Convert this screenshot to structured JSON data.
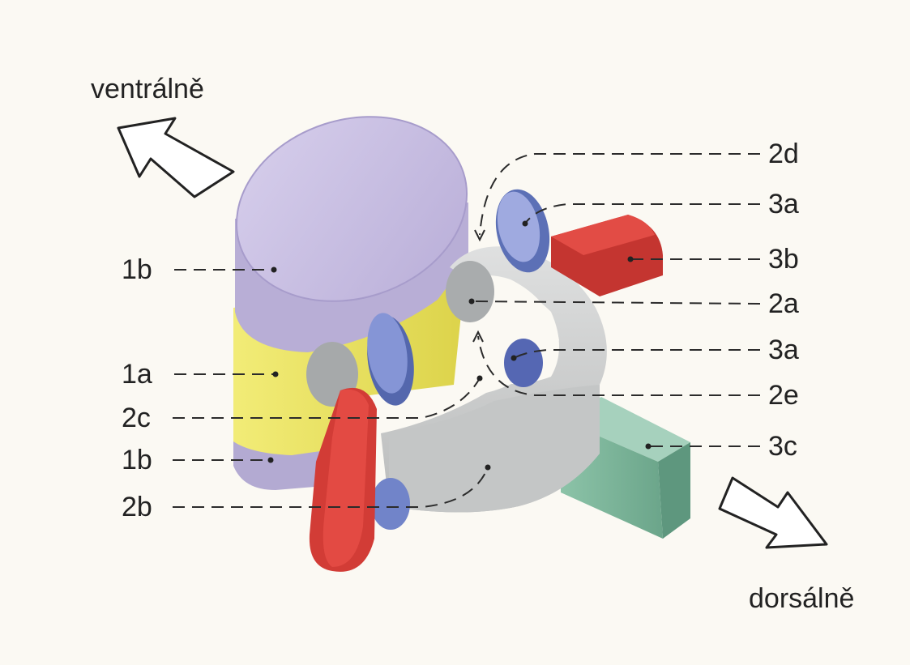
{
  "directions": {
    "ventral": "ventrálně",
    "dorsal": "dorsálně"
  },
  "left_labels": [
    "1b",
    "1a",
    "2c",
    "1b",
    "2b"
  ],
  "right_labels": [
    "2d",
    "3a",
    "3b",
    "2a",
    "3a",
    "2e",
    "3c"
  ],
  "colors": {
    "background": "#fbf9f3",
    "vertebral_body": "#c7bde0",
    "disc_yellow": "#ece55a",
    "arch_grey": "#cdcfcf",
    "facet_blue": "#6f82c4",
    "process_red": "#d43b37",
    "spinous_green": "#7cb39a"
  }
}
